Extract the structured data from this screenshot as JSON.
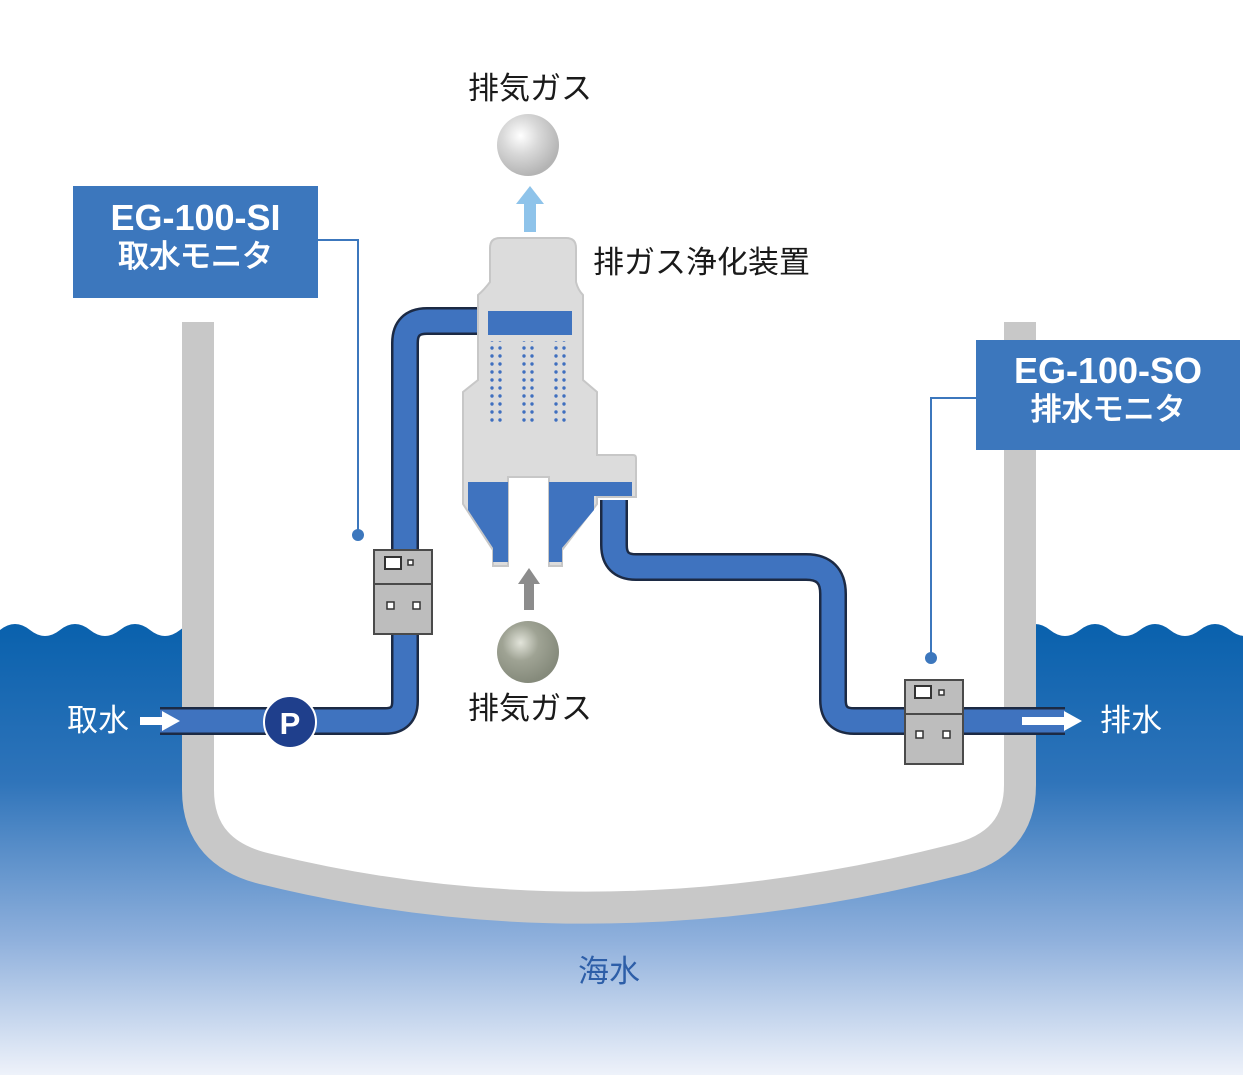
{
  "labels": {
    "exhaust_out": "排気ガス",
    "exhaust_in": "排気ガス",
    "scrubber": "排ガス浄化装置",
    "intake": "取水",
    "discharge": "排水",
    "seawater": "海水",
    "pump": "P"
  },
  "monitors": {
    "intake": {
      "model": "EG-100-SI",
      "name": "取水モニタ"
    },
    "discharge": {
      "model": "EG-100-SO",
      "name": "排水モニタ"
    }
  },
  "colors": {
    "pipe": "#3f73bf",
    "pipe_outline": "#1c2a44",
    "hull": "#c8c8c8",
    "sea_top": "#0a62ad",
    "sea_bottom": "#e8eef8",
    "label_box": "#3c77bd",
    "pump": "#1f3f8c",
    "arrow_up": "#8ec3ea",
    "arrow_gray": "#8c8c8c"
  }
}
